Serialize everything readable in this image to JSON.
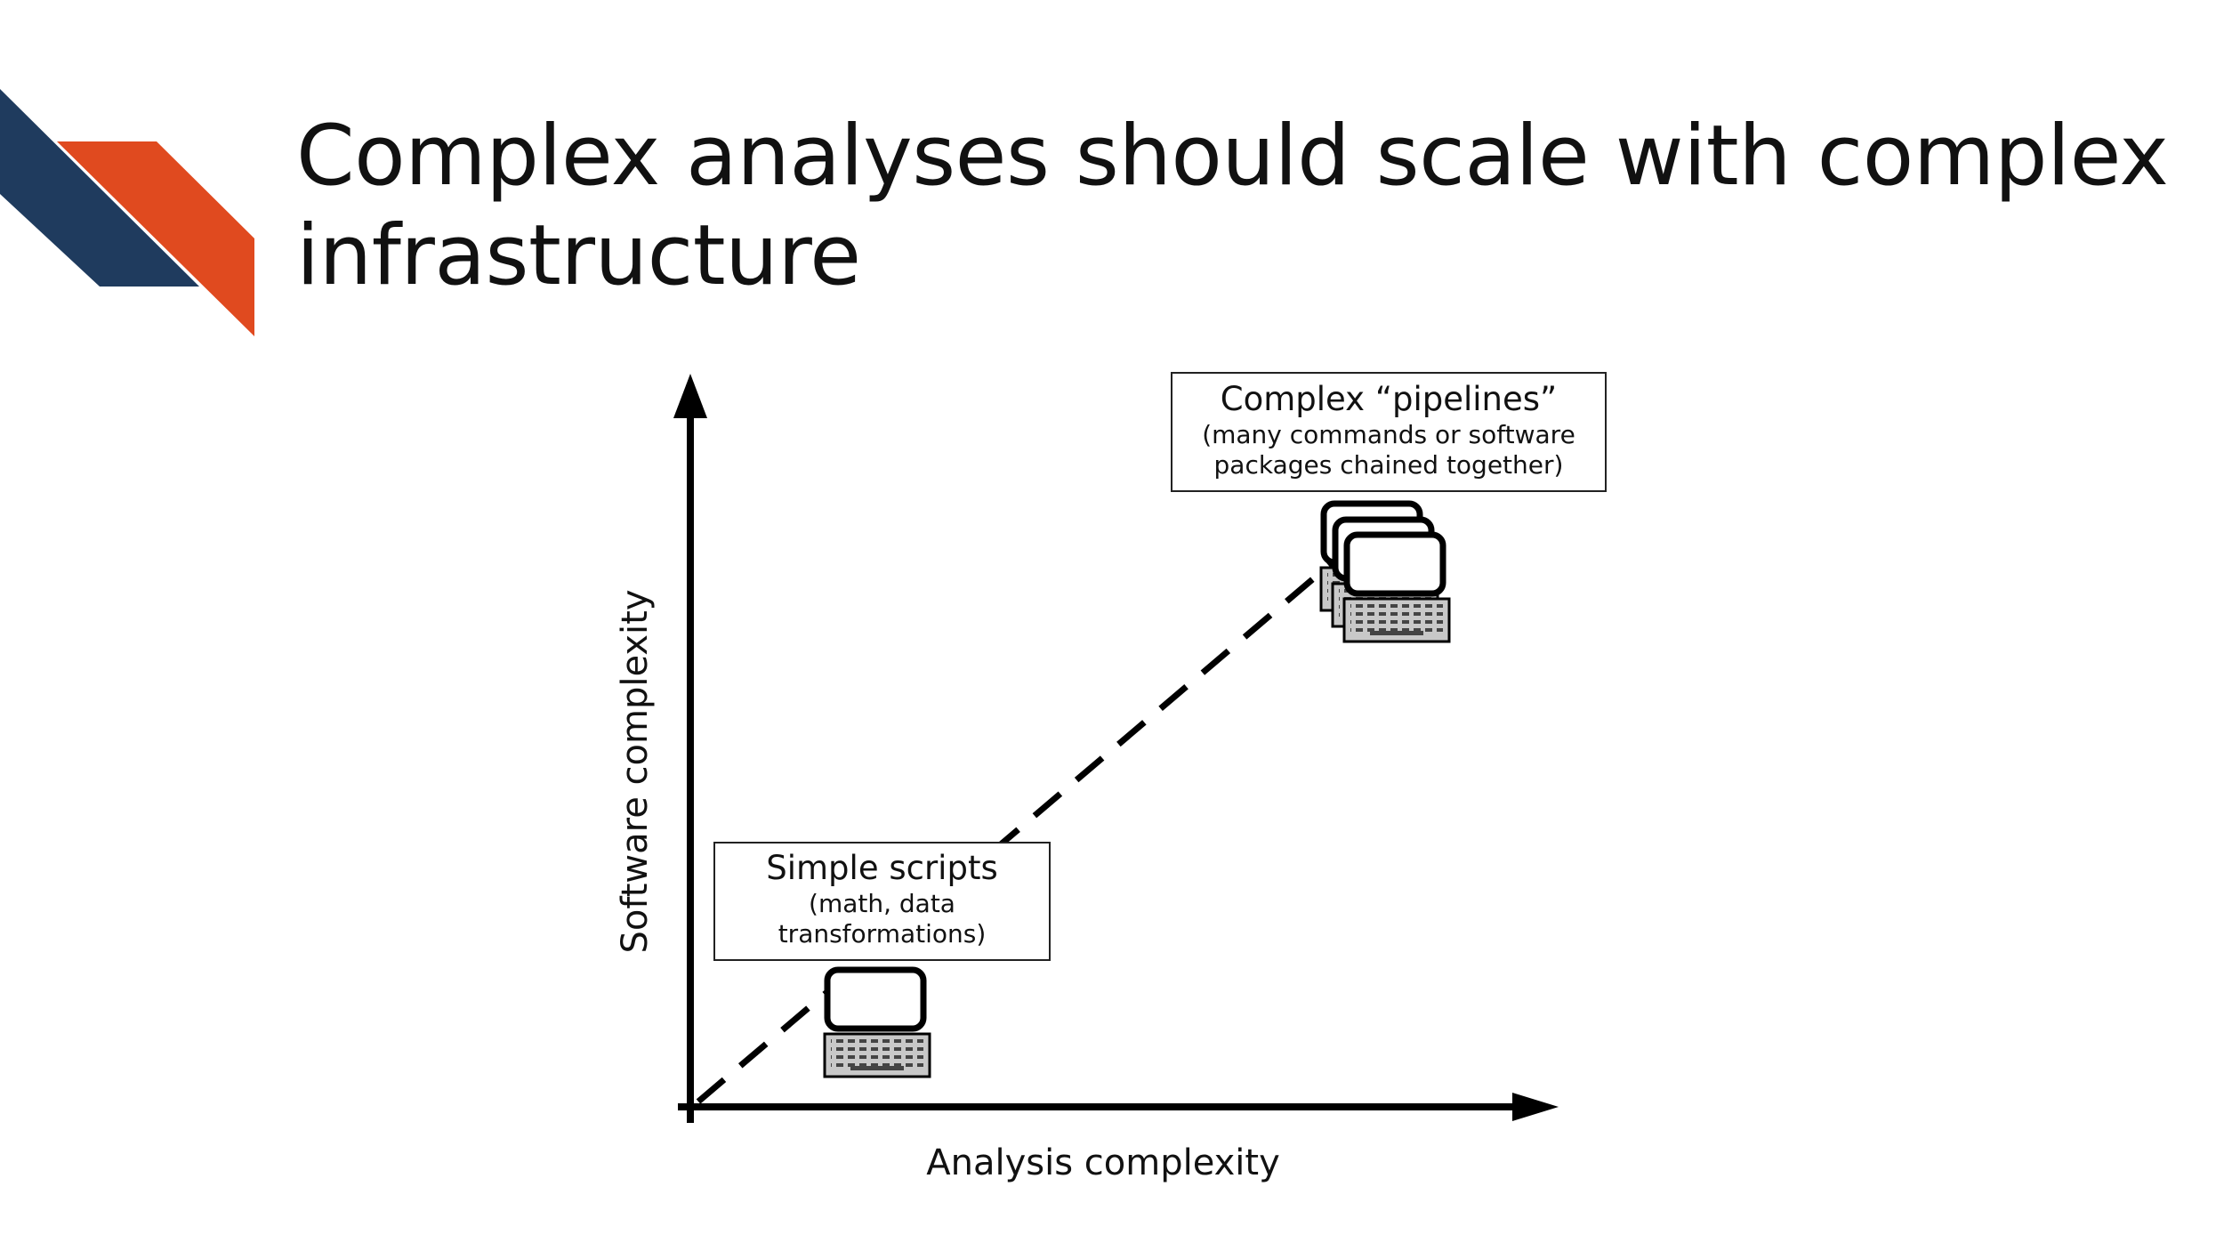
{
  "slide": {
    "title": "Complex analyses should scale with complex infrastructure",
    "accent_colors": {
      "navy": "#1f3b5e",
      "orange": "#e04a1f"
    }
  },
  "diagram": {
    "x_axis_label": "Analysis complexity",
    "y_axis_label": "Software complexity",
    "trend_line_style": "dashed",
    "nodes": [
      {
        "id": "simple",
        "title": "Simple scripts",
        "subtitle_line1": "(math, data",
        "subtitle_line2": "transformations)",
        "icon": "computer-icon",
        "icon_count": 1
      },
      {
        "id": "complex",
        "title": "Complex “pipelines”",
        "subtitle_line1": "(many commands or software",
        "subtitle_line2": "packages chained together)",
        "icon": "computer-stack-icon",
        "icon_count": 3
      }
    ]
  }
}
